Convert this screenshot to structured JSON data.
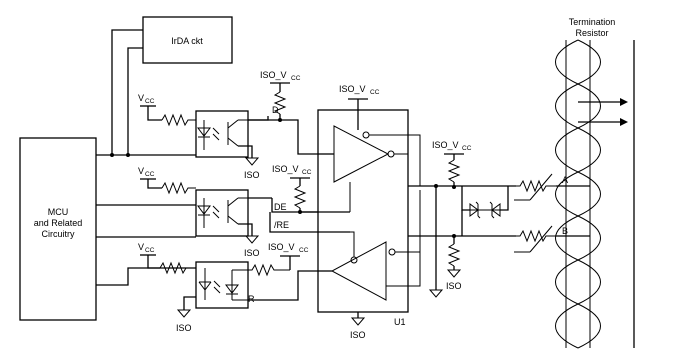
{
  "blocks": {
    "irda": "IrDA ckt",
    "mcu_line1": "MCU",
    "mcu_line2": "and Related",
    "mcu_line3": "Circuitry",
    "u1": "U1"
  },
  "supplies": {
    "vcc": "V",
    "vcc_sub": "CC",
    "iso_vcc": "ISO_V",
    "iso_vcc_sub": "CC",
    "iso_ground": "ISO"
  },
  "signals": {
    "d": "D",
    "de": "DE",
    "re": "/RE",
    "r": "R",
    "a": "A",
    "b": "B"
  },
  "termination": {
    "line1": "Termination",
    "line2": "Resistor"
  }
}
